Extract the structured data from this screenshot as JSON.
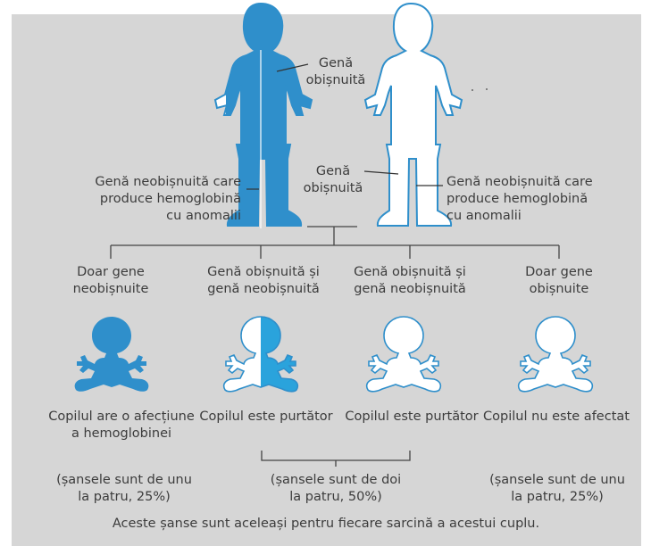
{
  "parents": {
    "father": {
      "normal_gene_label": "Genă\nobișnuită",
      "unusual_gene_label": "Genă neobișnuită care\nproduce hemoglobină\ncu anomalii"
    },
    "mother": {
      "normal_gene_label": "Genă\nobișnuită",
      "unusual_gene_label": "Genă neobișnuită care\nproduce hemoglobină\ncu anomalii"
    }
  },
  "children": [
    {
      "genes": "Doar gene\nneobișnuite",
      "outcome": "Copilul are o afecțiune\na hemoglobinei"
    },
    {
      "genes": "Genă obișnuită și\ngenă neobișnuită",
      "outcome": "Copilul este purtător"
    },
    {
      "genes": "Genă obișnuită și\ngenă neobișnuită",
      "outcome": "Copilul este purtător"
    },
    {
      "genes": "Doar gene\nobișnuite",
      "outcome": "Copilul nu este afectat"
    }
  ],
  "chances": {
    "affected": "(șansele sunt de unu\nla patru, 25%)",
    "carrier": "(șansele sunt de doi\nla patru, 50%)",
    "unaffected": "(șansele sunt de unu\nla patru, 25%)"
  },
  "footer_note": "Aceste șanse sunt aceleași pentru fiecare sarcină a acestui cuplu.",
  "colors": {
    "background": "#d6d6d6",
    "affected_blue": "#2f8fcb",
    "carrier_blue": "#2aa3dc",
    "outline": "#2f8fcb",
    "text": "#3c3c3c",
    "lines": "#444444"
  }
}
